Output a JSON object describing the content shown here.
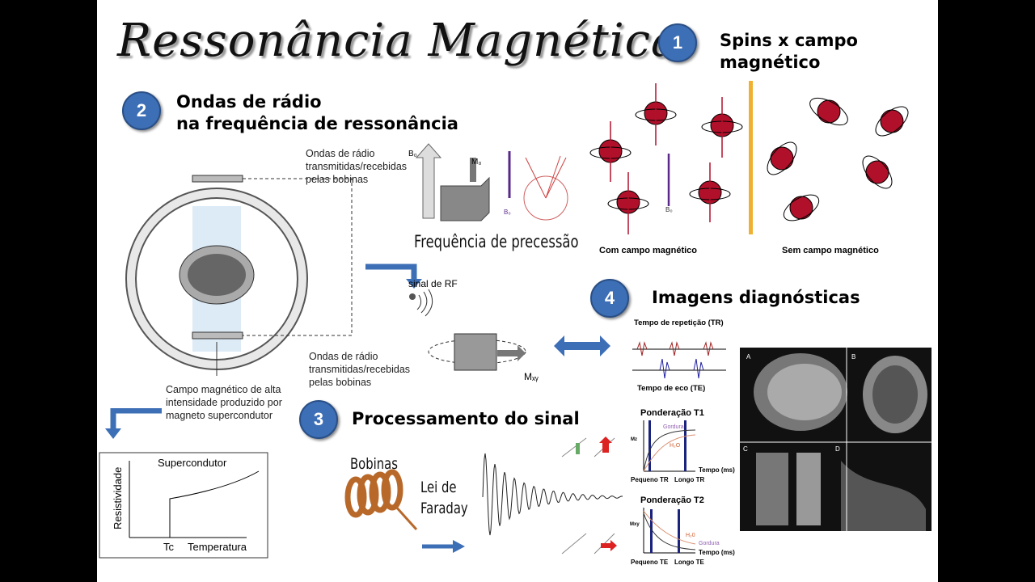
{
  "title": "Ressonância Magnética",
  "sections": {
    "s1": {
      "number": "1",
      "title_line1": "Spins x campo",
      "title_line2": "magnético",
      "label_with": "Com campo magnético",
      "label_without": "Sem campo magnético",
      "b0": "B₀"
    },
    "s2": {
      "number": "2",
      "title_line1": "Ondas de rádio",
      "title_line2": "na frequência de ressonância",
      "rf_top": "Ondas de rádio transmitidas/recebidas pelas bobinas",
      "rf_bottom": "Ondas de rádio transmitidas/recebidas pelas bobinas",
      "magnet": "Campo magnético de alta intensidade produzido por magneto supercondutor",
      "precession": "Frequência  de precessão",
      "bo": "B₀",
      "mo": "M₀",
      "b0": "B₀",
      "rf_signal": "sinal de RF",
      "mxy": "Mₓᵧ"
    },
    "superconductor": {
      "title": "Supercondutor",
      "ylabel": "Resistividade",
      "xlabel": "Temperatura",
      "tc": "Tc"
    },
    "s3": {
      "number": "3",
      "title": "Processamento do sinal",
      "coils": "Bobinas",
      "faraday_line1": "Lei de",
      "faraday_line2": "Faraday"
    },
    "s4": {
      "number": "4",
      "title": "Imagens diagnósticas",
      "tr": "Tempo de repetição (TR)",
      "te": "Tempo de eco (TE)",
      "t1": {
        "title": "Ponderação T1",
        "fat": "Gordura",
        "water": "H₂O",
        "y": "Mz",
        "short": "Pequeno TR",
        "long": "Longo TR",
        "x": "Tempo (ms)"
      },
      "t2": {
        "title": "Ponderação T2",
        "fat": "Gordura",
        "water": "H₂0",
        "y": "Mxy",
        "short": "Pequeno TE",
        "long": "Longo TE",
        "x": "Tempo (ms)"
      },
      "image_labels": [
        "A",
        "B",
        "C",
        "D"
      ]
    },
    "colors": {
      "badge": "#3d6fb6",
      "spin": "#b0102a",
      "divider": "#f0b030",
      "arrow": "#3d6fb6"
    }
  }
}
